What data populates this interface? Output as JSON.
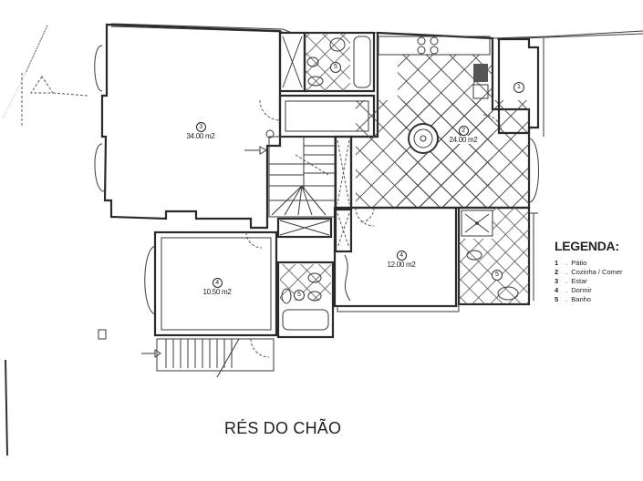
{
  "floor_title": "RÉS DO CHÃO",
  "legend": {
    "title": "LEGENDA:",
    "items": [
      {
        "num": "1",
        "sep": ".",
        "label": "Pátio"
      },
      {
        "num": "2",
        "sep": ".",
        "label": "Cozinha / Comer"
      },
      {
        "num": "3",
        "sep": ".",
        "label": "Estar"
      },
      {
        "num": "4",
        "sep": ".",
        "label": "Dormir"
      },
      {
        "num": "5",
        "sep": ".",
        "label": "Banho"
      }
    ]
  },
  "rooms": [
    {
      "id": "estar",
      "num": "3",
      "area": "34.00 m2"
    },
    {
      "id": "cozinha",
      "num": "2",
      "area": "24.00 m2"
    },
    {
      "id": "dormir-right",
      "num": "4",
      "area": "12.00 m2"
    },
    {
      "id": "dormir-left",
      "num": "4",
      "area": "10.50 m2"
    },
    {
      "id": "patio",
      "num": "1",
      "area": ""
    },
    {
      "id": "banho-top",
      "num": "5",
      "area": ""
    },
    {
      "id": "banho-middle",
      "num": "5",
      "area": ""
    },
    {
      "id": "banho-right",
      "num": "5",
      "area": ""
    }
  ],
  "colors": {
    "ink": "#2a2a2a",
    "paper": "#ffffff"
  }
}
